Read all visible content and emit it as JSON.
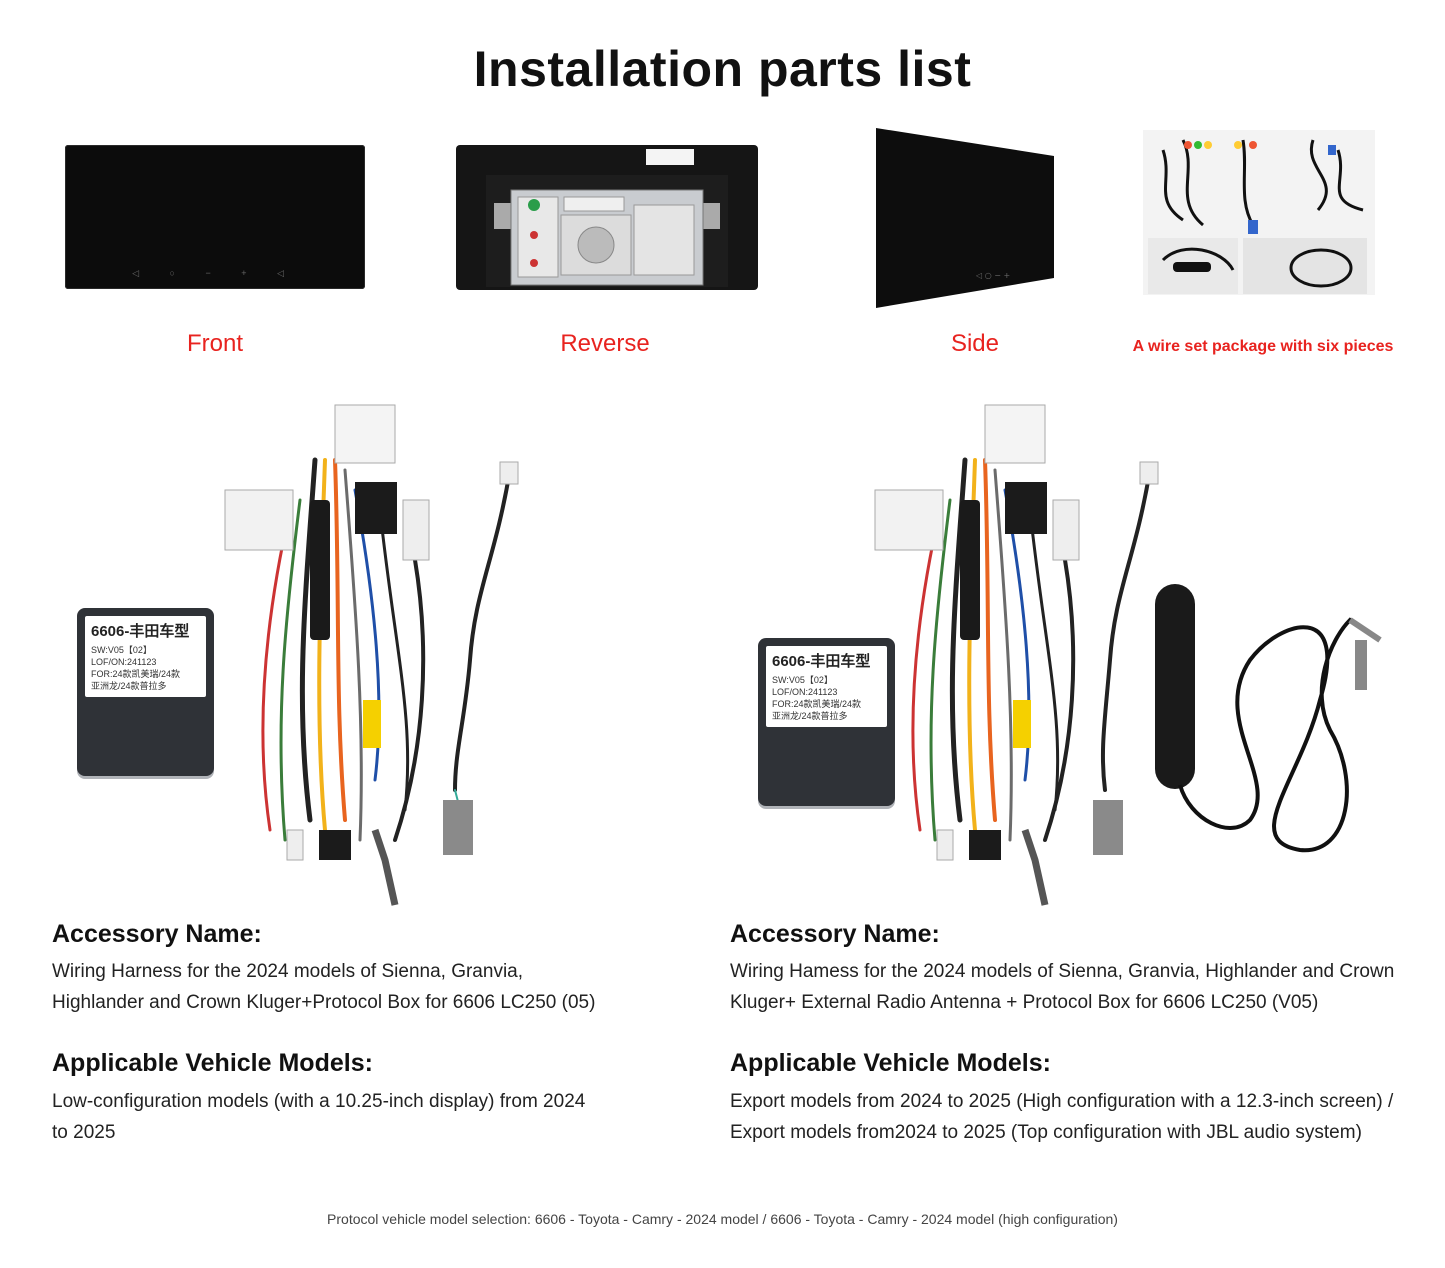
{
  "title": "Installation parts list",
  "captions": {
    "front": "Front",
    "reverse": "Reverse",
    "side": "Side",
    "wire_set": "A wire set package with six pieces"
  },
  "protocol_box_label": {
    "line1": "6606-丰田车型",
    "line2": "SW:V05【02】",
    "line3": "LOF/ON:241123",
    "line4": "FOR:24款凯美瑞/24款",
    "line5": "亚洲龙/24款普拉多"
  },
  "left": {
    "accessory_heading": "Accessory Name:",
    "accessory_text_line1": "Wiring Harness for the 2024 models of Sienna, Granvia,",
    "accessory_text_line2": "Highlander and Crown Kluger+Protocol Box for 6606 LC250 (05)",
    "models_heading": "Applicable Vehicle Models:",
    "models_text_line1": "Low-configuration models (with a 10.25-inch display) from 2024",
    "models_text_line2": "to 2025"
  },
  "right": {
    "accessory_heading": "Accessory Name:",
    "accessory_text_line1": "Wiring Hamess for the 2024 models of Sienna, Granvia, Highlander and Crown",
    "accessory_text_line2": "Kluger+ External Radio Antenna + Protocol Box for 6606 LC250 (V05)",
    "models_heading": "Applicable Vehicle Models:",
    "models_text_line1": "Export models from 2024 to 2025 (High configuration with a 12.3-inch screen) /",
    "models_text_line2": "Export models from2024 to 2025 (Top configuration with JBL audio system)"
  },
  "footer": "Protocol vehicle model selection: 6606 - Toyota - Camry - 2024 model / 6606 - Toyota - Camry - 2024 model (high configuration)",
  "colors": {
    "caption": "#e8231f",
    "text": "#111111"
  }
}
